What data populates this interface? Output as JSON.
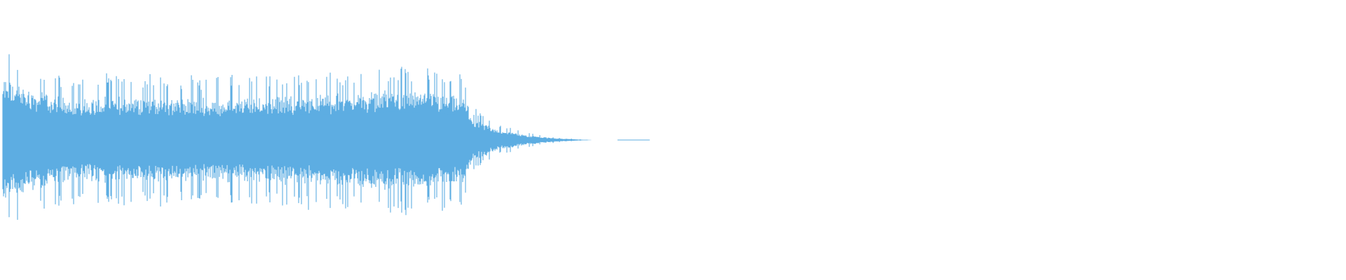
{
  "waveform": {
    "color": "#5dade2",
    "background": "#ffffff",
    "duration_fraction_with_signal": 0.44,
    "envelope": [
      {
        "t": 0.0,
        "amp": 0.62
      },
      {
        "t": 0.02,
        "amp": 0.5
      },
      {
        "t": 0.05,
        "amp": 0.4
      },
      {
        "t": 0.1,
        "amp": 0.42
      },
      {
        "t": 0.15,
        "amp": 0.4
      },
      {
        "t": 0.2,
        "amp": 0.42
      },
      {
        "t": 0.25,
        "amp": 0.44
      },
      {
        "t": 0.29,
        "amp": 0.48
      },
      {
        "t": 0.32,
        "amp": 0.46
      },
      {
        "t": 0.345,
        "amp": 0.42
      },
      {
        "t": 0.352,
        "amp": 0.2
      },
      {
        "t": 0.37,
        "amp": 0.1
      },
      {
        "t": 0.39,
        "amp": 0.05
      },
      {
        "t": 0.41,
        "amp": 0.02
      },
      {
        "t": 0.43,
        "amp": 0.005
      },
      {
        "t": 0.44,
        "amp": 0.0
      }
    ]
  }
}
